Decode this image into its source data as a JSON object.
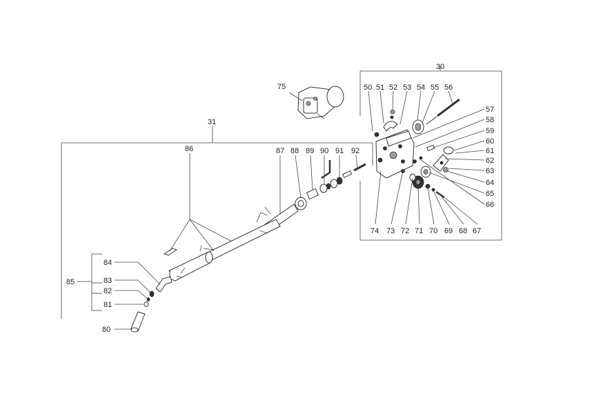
{
  "group_labels": {
    "assembly_30": "30",
    "assembly_31": "31",
    "group_85": "85",
    "group_86": "86"
  },
  "part_labels": {
    "p50": "50",
    "p51": "51",
    "p52": "52",
    "p53": "53",
    "p54": "54",
    "p55": "55",
    "p56": "56",
    "p57": "57",
    "p58": "58",
    "p59": "59",
    "p60": "60",
    "p61": "61",
    "p62": "62",
    "p63": "63",
    "p64": "64",
    "p65": "65",
    "p66": "66",
    "p67": "67",
    "p68": "68",
    "p69": "69",
    "p70": "70",
    "p71": "71",
    "p72": "72",
    "p73": "73",
    "p74": "74",
    "p75": "75",
    "p80": "80",
    "p81": "81",
    "p82": "82",
    "p83": "83",
    "p84": "84",
    "p87": "87",
    "p88": "88",
    "p89": "89",
    "p90": "90",
    "p91": "91",
    "p92": "92"
  }
}
